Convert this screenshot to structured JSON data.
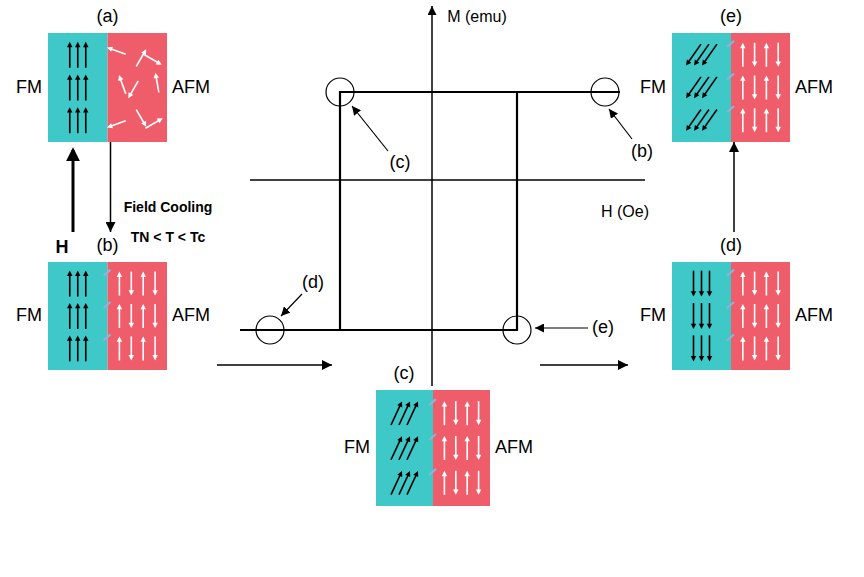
{
  "diagram": {
    "nodes": [
      {
        "text": [
          "(a)",
          "FM",
          "AFM"
        ]
      },
      {
        "text": [
          "(b)",
          "FM",
          "AFM"
        ]
      },
      {
        "text": [
          "(c)",
          "FM",
          "AFM"
        ]
      },
      {
        "text": [
          "(d)",
          "FM",
          "AFM"
        ]
      },
      {
        "text": [
          "(e)",
          "FM",
          "AFM"
        ]
      }
    ],
    "edges": [
      {
        "from": 0,
        "to": 1,
        "arrow": "to"
      },
      {
        "from": 1,
        "to": 2,
        "arrow": "to"
      },
      {
        "from": 2,
        "to": 3,
        "arrow": "to"
      },
      {
        "from": 3,
        "to": 4,
        "arrow": "to"
      }
    ],
    "labels": [
      "M (emu)",
      "(c)",
      "(b)",
      "H (Oe)",
      "Field Cooling",
      "TN < T < Tc",
      "H",
      "(d)",
      "(e)"
    ]
  }
}
